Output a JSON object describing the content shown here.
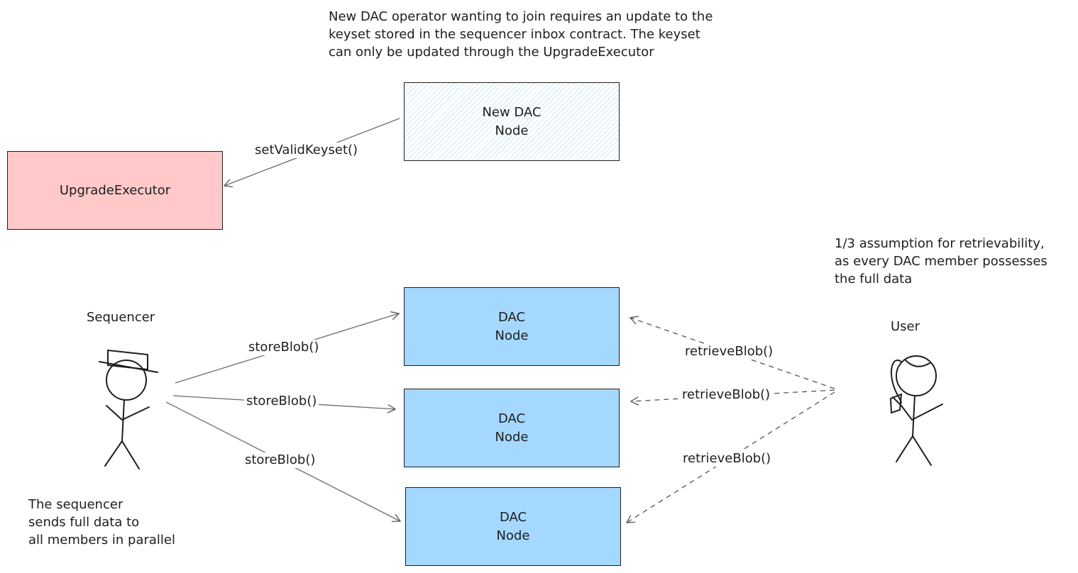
{
  "notes": {
    "top": "New DAC operator wanting to join requires an update to the\nkeyset stored in the sequencer inbox contract. The keyset\ncan only be updated through the UpgradeExecutor",
    "retrievability": "1/3 assumption for retrievability,\nas every DAC member possesses\nthe full data",
    "sequencer": "The sequencer\nsends full data to\nall members in parallel"
  },
  "actors": {
    "sequencer": "Sequencer",
    "user": "User"
  },
  "boxes": {
    "new_dac_node": "New DAC\nNode",
    "upgrade_executor": "UpgradeExecutor",
    "dac_node_1": "DAC\nNode",
    "dac_node_2": "DAC\nNode",
    "dac_node_3": "DAC\nNode"
  },
  "edges": {
    "set_valid_keyset": "setValidKeyset()",
    "store_blob_1": "storeBlob()",
    "store_blob_2": "storeBlob()",
    "store_blob_3": "storeBlob()",
    "retrieve_blob_1": "retrieveBlob()",
    "retrieve_blob_2": "retrieveBlob()",
    "retrieve_blob_3": "retrieveBlob()"
  },
  "colors": {
    "upgrade_executor_fill": "#ffc9c9",
    "dac_node_fill": "#a5d8ff",
    "new_dac_hatch": "#cfe7f7",
    "stroke": "#1e1e1e",
    "arrow": "#6b6b6b"
  }
}
